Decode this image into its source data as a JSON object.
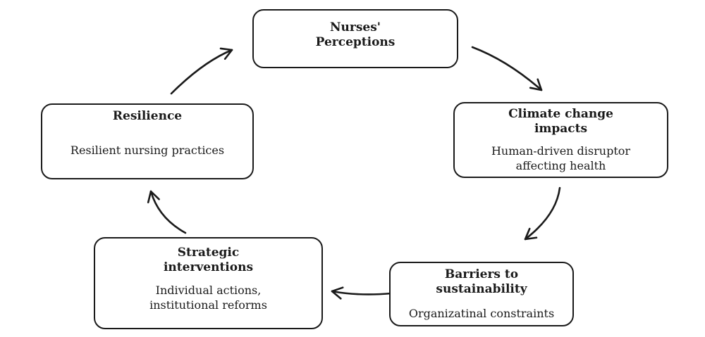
{
  "figure": {
    "type": "cycle-diagram",
    "background_color": "#ffffff",
    "stroke_color": "#1a1a1a",
    "nodes": [
      {
        "id": "nurses-perceptions",
        "title": "Nurses'\nPerceptions",
        "body": ""
      },
      {
        "id": "climate-change-impacts",
        "title": "Climate change\nimpacts",
        "body": "Human-driven disruptor\naffecting health"
      },
      {
        "id": "barriers-to-sustainability",
        "title": "Barriers to\nsustainability",
        "body": "Organizatinal constraints"
      },
      {
        "id": "strategic-interventions",
        "title": "Strategic\ninterventions",
        "body": "Individual actions,\ninstitutional reforms"
      },
      {
        "id": "resilience",
        "title": "Resilience",
        "body": "Resilient nursing practices"
      }
    ],
    "edges": [
      {
        "from": "nurses-perceptions",
        "to": "climate-change-impacts"
      },
      {
        "from": "climate-change-impacts",
        "to": "barriers-to-sustainability"
      },
      {
        "from": "barriers-to-sustainability",
        "to": "strategic-interventions"
      },
      {
        "from": "strategic-interventions",
        "to": "resilience"
      },
      {
        "from": "resilience",
        "to": "nurses-perceptions"
      }
    ]
  }
}
